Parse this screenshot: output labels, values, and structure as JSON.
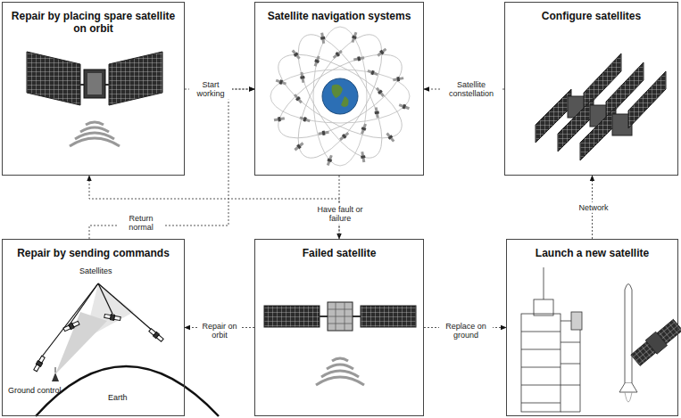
{
  "diagram": {
    "nodes": [
      {
        "text": [
          "Repair by placing spare satellite on orbit"
        ]
      },
      {
        "text": [
          "Satellite navigation systems"
        ]
      },
      {
        "text": [
          "Configure satellites"
        ]
      },
      {
        "text": [
          "Repair by sending commands",
          "Satellites",
          "Ground control",
          "Earth"
        ]
      },
      {
        "text": [
          "Failed satellite"
        ]
      },
      {
        "text": [
          "Launch a new satellite"
        ]
      }
    ],
    "edges": [
      {
        "from": 0,
        "to": 1,
        "label": "Start working",
        "arrow": "to"
      },
      {
        "from": 2,
        "to": 1,
        "label": "Satellite constellation",
        "arrow": "to"
      },
      {
        "from": 1,
        "to": 4,
        "label": "Have fault or failure",
        "arrow": "to"
      },
      {
        "from": 3,
        "to": 1,
        "label": "Return normal",
        "arrow": "to"
      },
      {
        "from": 4,
        "to": 0,
        "arrow": "to"
      },
      {
        "from": 4,
        "to": 3,
        "label": "Repair on orbit",
        "arrow": "to"
      },
      {
        "from": 4,
        "to": 5,
        "label": "Replace on ground",
        "arrow": "to"
      },
      {
        "from": 5,
        "to": 2,
        "label": "Network",
        "arrow": "to"
      }
    ]
  }
}
